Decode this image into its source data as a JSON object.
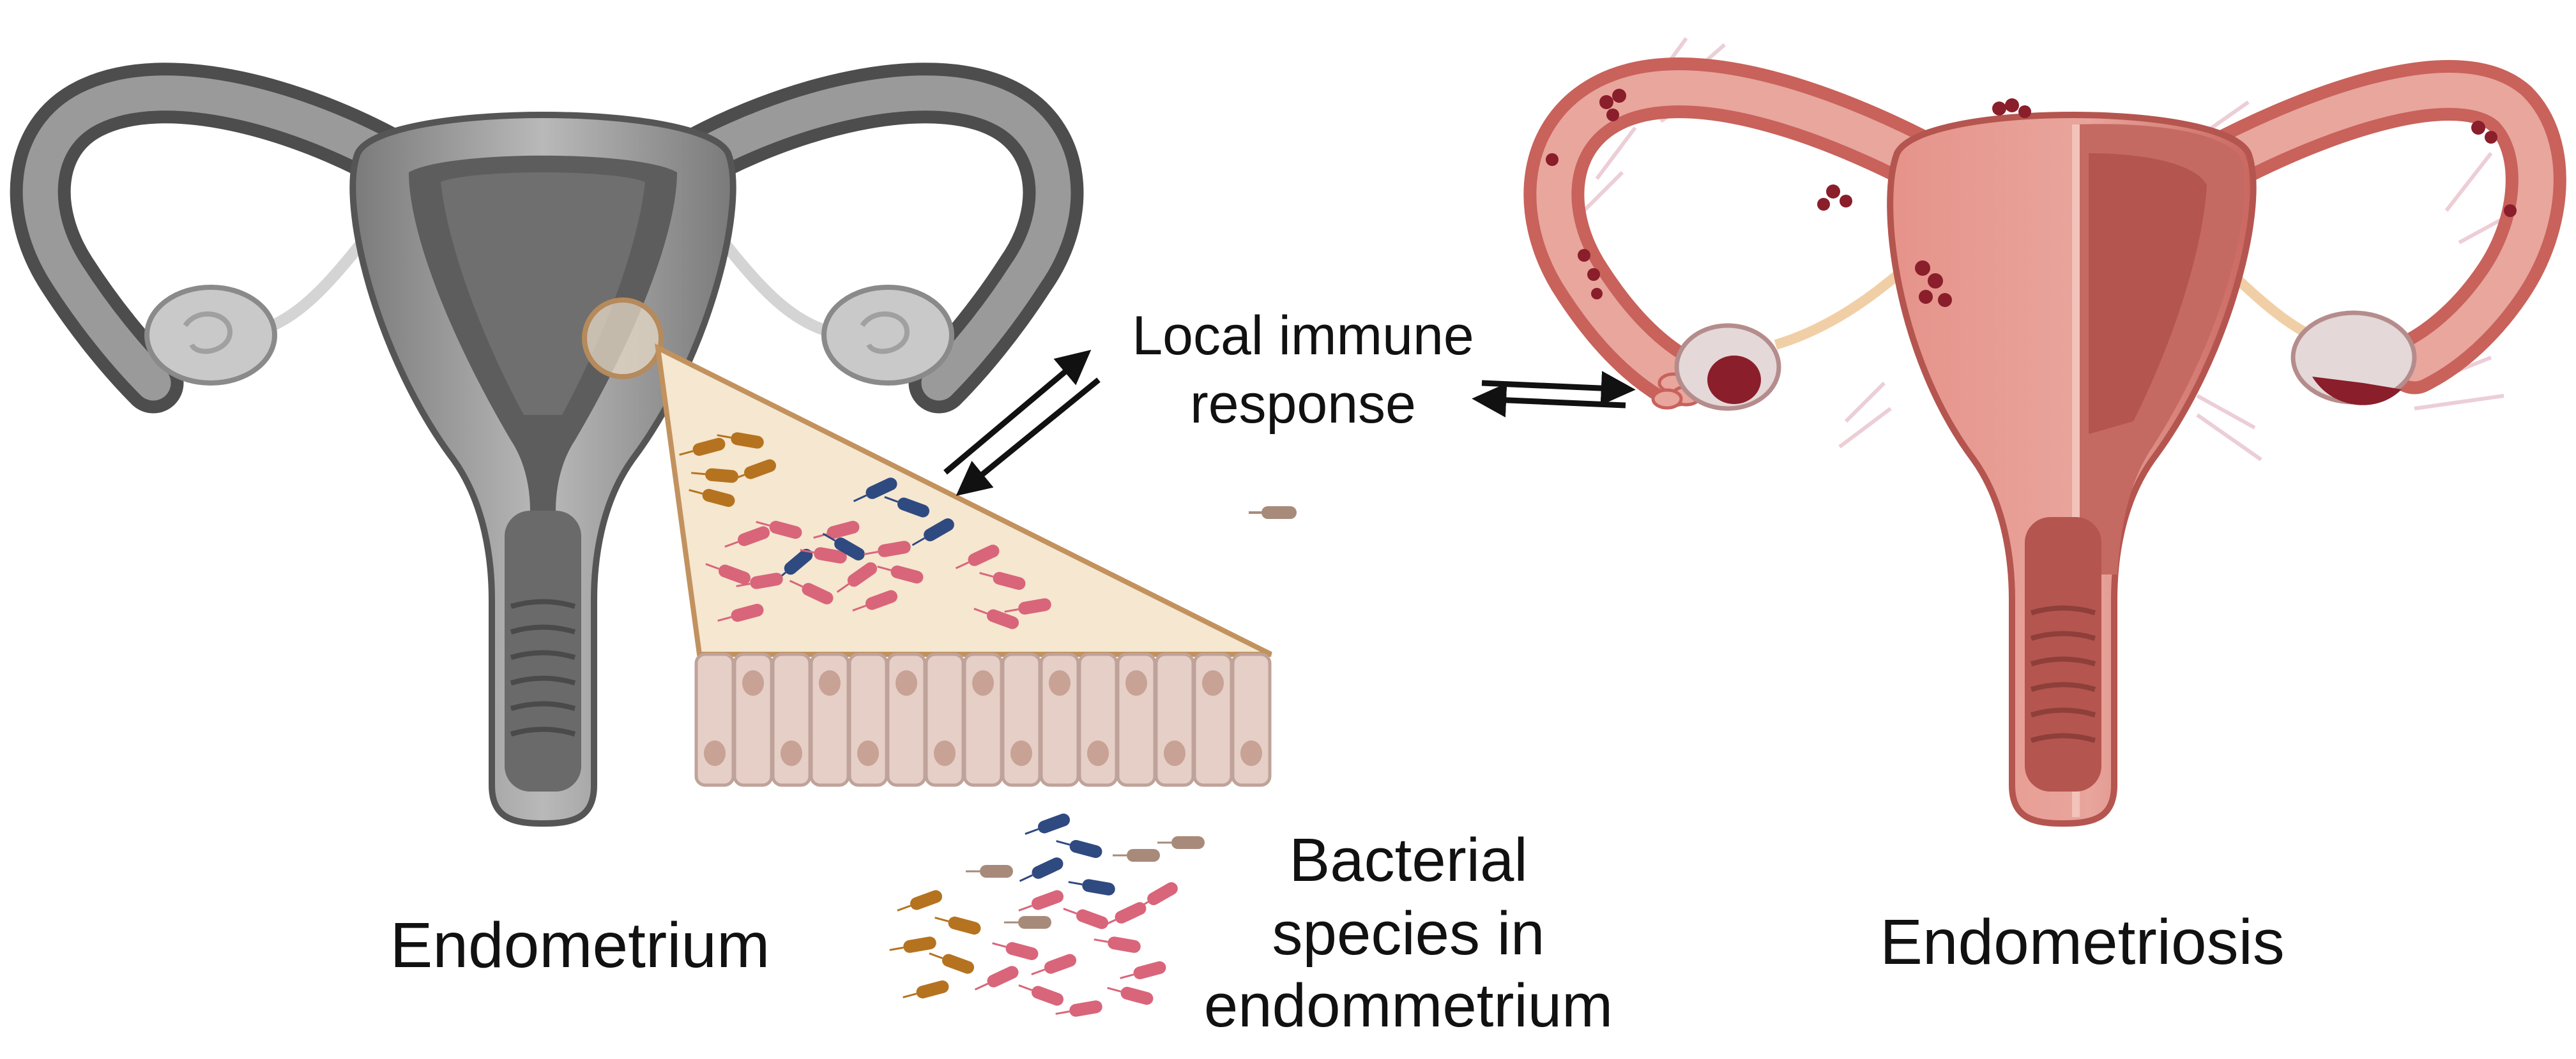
{
  "labels": {
    "endometrium": "Endometrium",
    "endometriosis": "Endometriosis",
    "immune_line1": "Local immune",
    "immune_line2": "response",
    "bacteria_line1": "Bacterial",
    "bacteria_line2": "species in",
    "bacteria_line3": "endommetrium"
  },
  "colors": {
    "healthy_uterus_dark": "#5a5a5a",
    "healthy_uterus_mid": "#8c8c8c",
    "healthy_uterus_light": "#bdbdbd",
    "diseased_uterus": "#d9847c",
    "diseased_uterus_dark": "#b5554f",
    "lesion": "#8a1e2b",
    "magnifier_fill": "#f5e7d0",
    "magnifier_edge": "#c2925e",
    "cell_fill": "#e6cfc6",
    "nucleus": "#c7a295",
    "bacteria_orange": "#b5731f",
    "bacteria_blue": "#2f4a80",
    "bacteria_pink": "#d9657a",
    "bacteria_tan": "#a88a7a"
  },
  "icons": {
    "healthy_uterus": "uterus-healthy-icon",
    "diseased_uterus": "uterus-endometriosis-icon",
    "epithelium": "epithelial-cells-icon"
  }
}
